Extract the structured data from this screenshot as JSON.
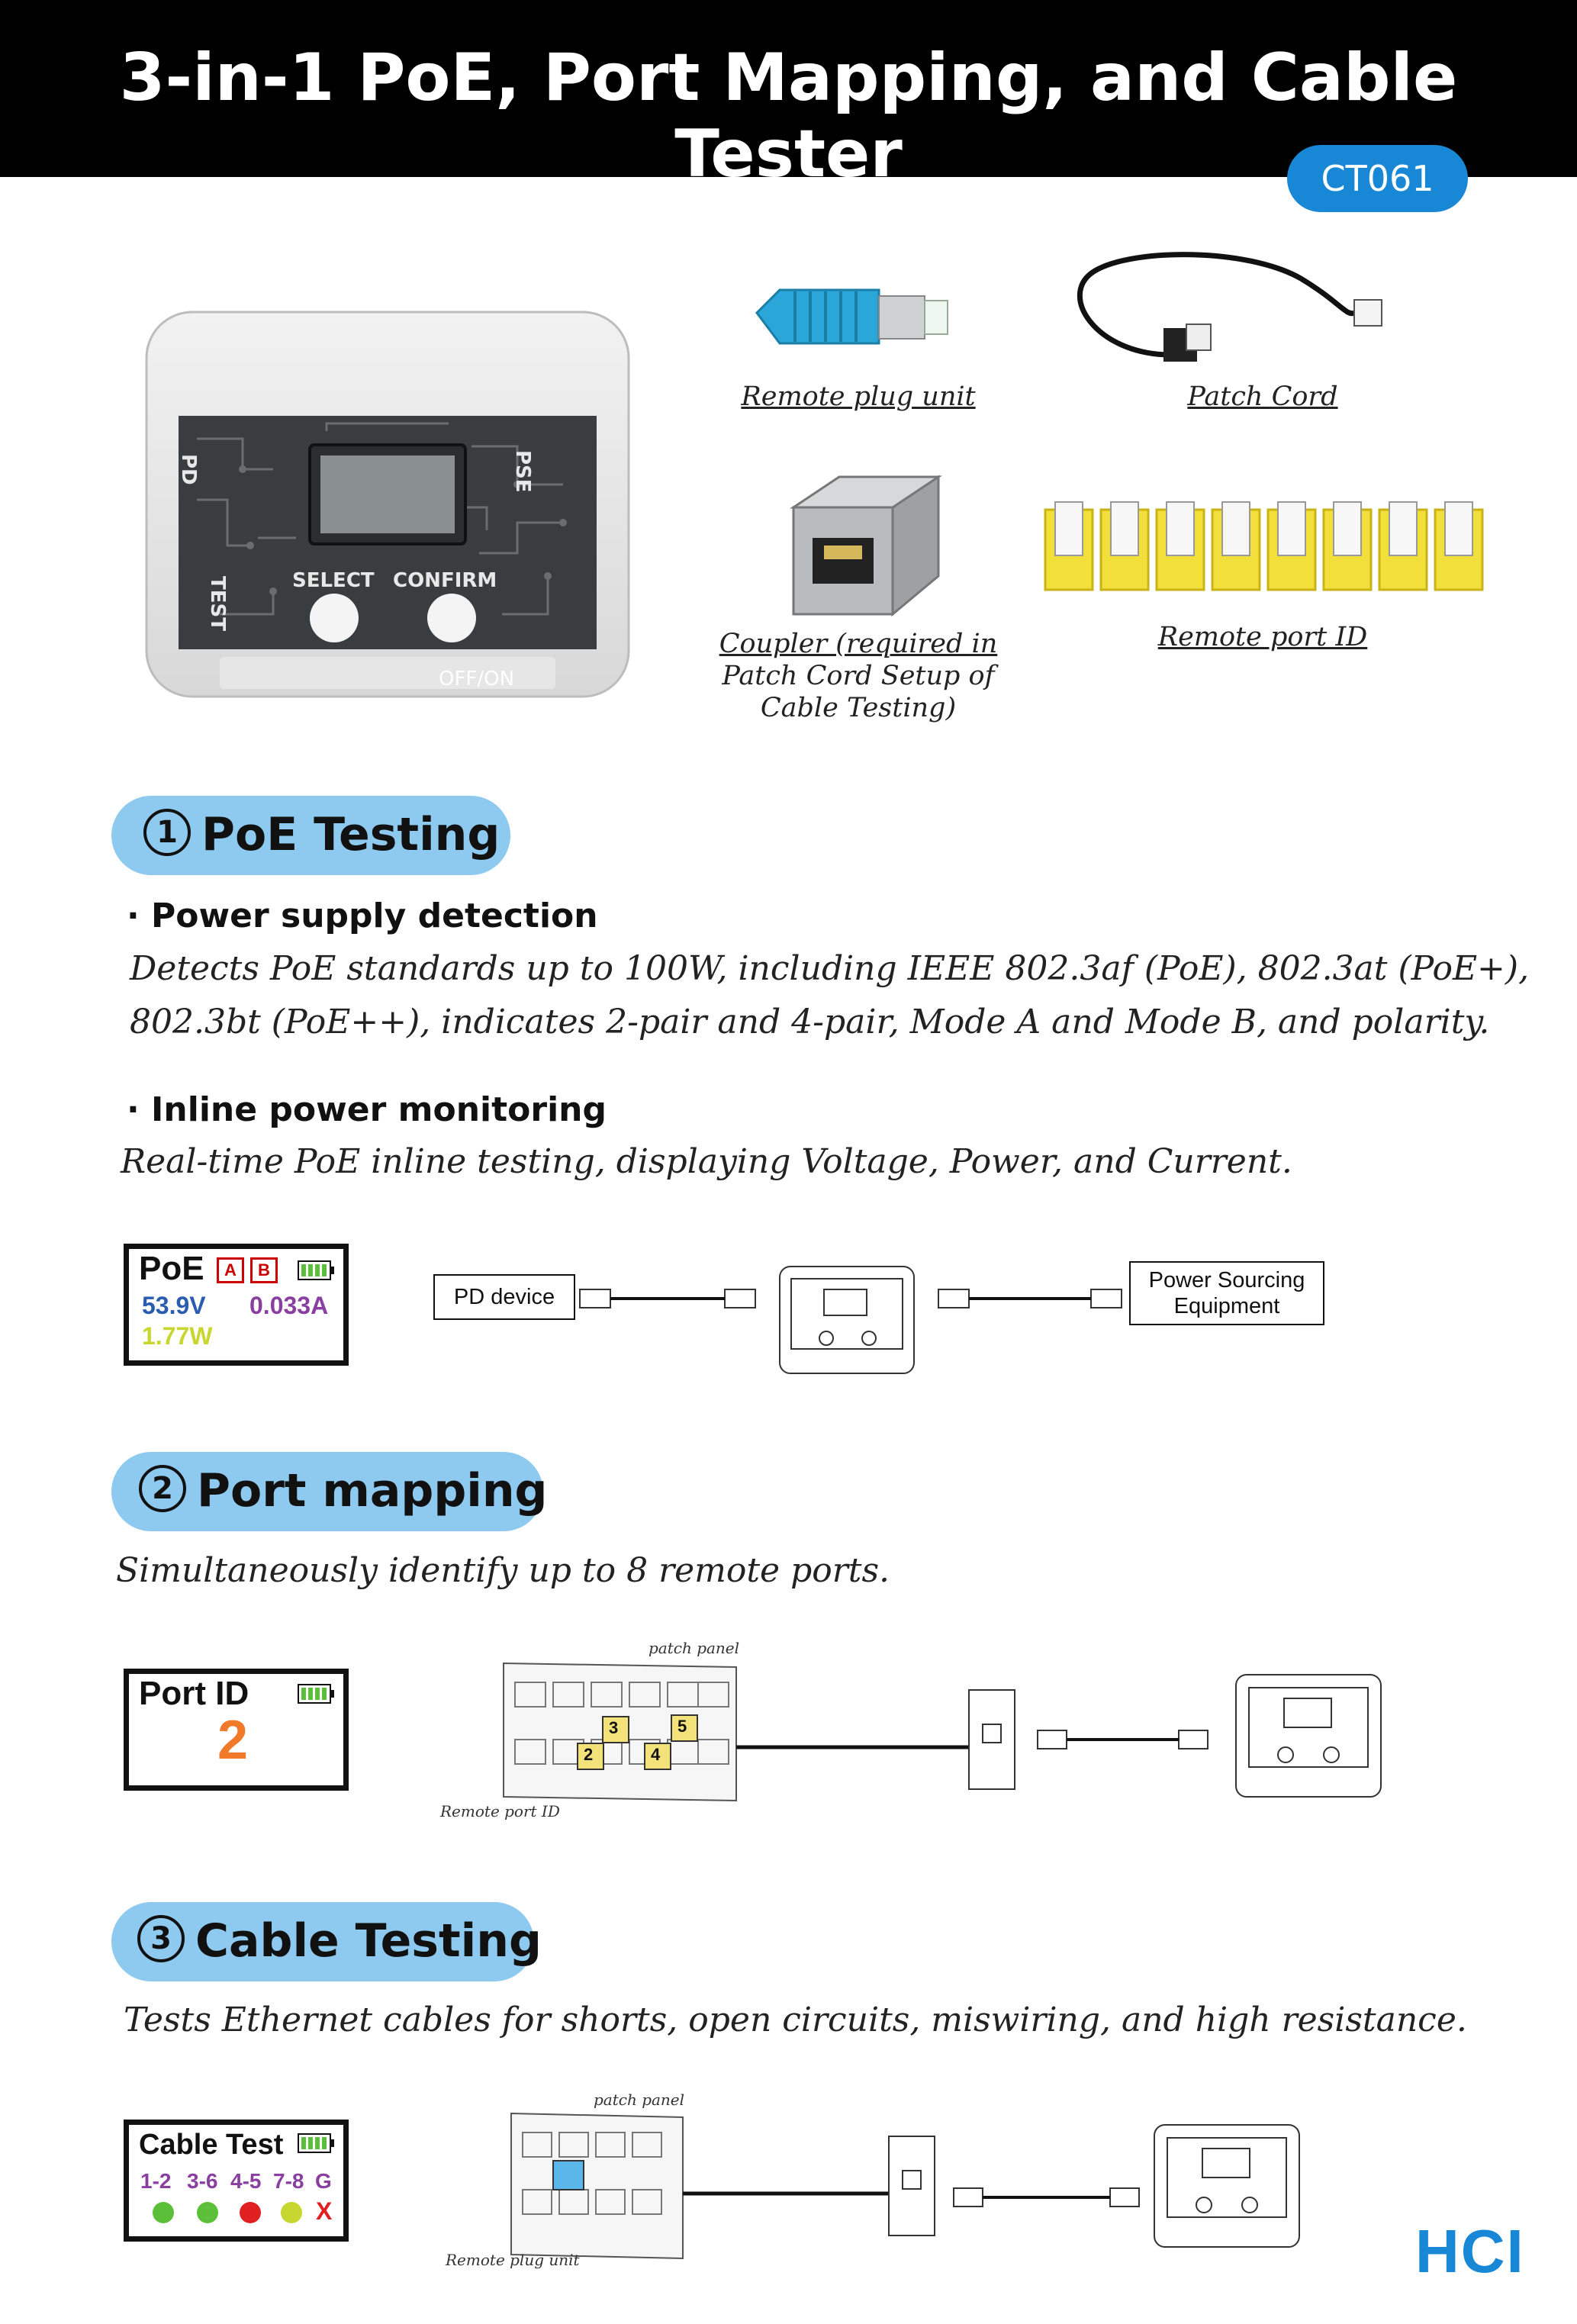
{
  "header": {
    "title": "3-in-1 PoE, Port Mapping, and Cable Tester",
    "model": "CT061"
  },
  "device": {
    "label_pd": "PD",
    "label_pse": "PSE",
    "label_test": "TEST",
    "select": "SELECT",
    "confirm": "CONFIRM",
    "power": "OFF/ON"
  },
  "accessories": {
    "remote_plug": "Remote plug unit",
    "patch_cord": "Patch Cord",
    "coupler_1": "Coupler (required in",
    "coupler_2": "Patch Cord Setup of",
    "coupler_3": "Cable Testing)",
    "remote_port_id": "Remote port ID"
  },
  "sec1": {
    "num": "1",
    "title": "PoE Testing",
    "b1": "Power supply detection",
    "d1a": "Detects PoE standards up to 100W, including IEEE 802.3af (PoE), 802.3at (PoE+),",
    "d1b": "802.3bt (PoE++), indicates 2-pair and 4-pair, Mode A and Mode B, and polarity.",
    "b2": "Inline power monitoring",
    "d2": "Real-time PoE inline testing, displaying Voltage, Power, and Current.",
    "lcd_title": "PoE",
    "mode_a": "A",
    "mode_b": "B",
    "voltage": "53.9V",
    "current": "0.033A",
    "power": "1.77W",
    "pd_device": "PD device",
    "pse_1": "Power Sourcing",
    "pse_2": "Equipment",
    "colors": {
      "voltage": "#2a5db0",
      "current": "#8a3fa0",
      "power": "#c8d630"
    }
  },
  "sec2": {
    "num": "2",
    "title": "Port mapping",
    "desc": "Simultaneously identify up to 8 remote ports.",
    "lcd_title": "Port ID",
    "port_value": "2",
    "patch_panel": "patch panel",
    "remote_port_id": "Remote port ID",
    "plugs": [
      "3",
      "2",
      "5",
      "4"
    ],
    "colors": {
      "port_value": "#f07a2a"
    }
  },
  "sec3": {
    "num": "3",
    "title": "Cable Testing",
    "desc": "Tests Ethernet cables for shorts, open circuits, miswiring, and high resistance.",
    "lcd_title": "Cable Test",
    "pairs": [
      "1-2",
      "3-6",
      "4-5",
      "7-8",
      "G"
    ],
    "status": [
      "green",
      "green",
      "red",
      "yellow-green",
      "X"
    ],
    "patch_panel": "patch panel",
    "remote_plug": "Remote plug unit",
    "colors": {
      "pairs": "#8a3fa0",
      "ok": "#5bbf3a",
      "fail": "#e02020",
      "warn": "#c8d630",
      "x": "#e02020"
    }
  },
  "brand": "HCI",
  "brand_color": "#1787d6"
}
